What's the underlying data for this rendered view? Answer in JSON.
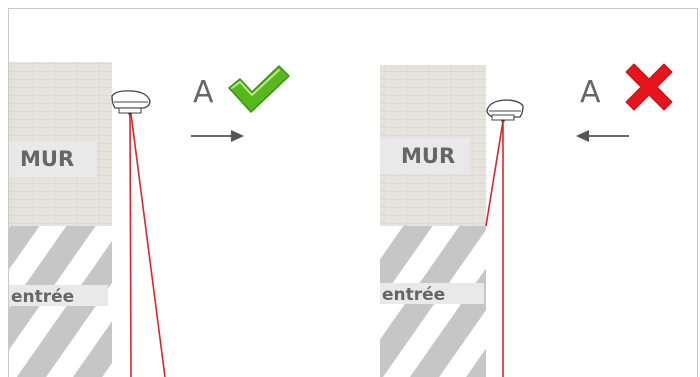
{
  "panels": [
    {
      "wall_label": "MUR",
      "entrance_label": "entrée",
      "direction_label": "A",
      "direction": "right",
      "verdict": "correct",
      "verdict_icon": "checkmark-icon"
    },
    {
      "wall_label": "MUR",
      "entrance_label": "entrée",
      "direction_label": "A",
      "direction": "left",
      "verdict": "incorrect",
      "verdict_icon": "cross-icon"
    }
  ],
  "colors": {
    "wall": "#e5e2dd",
    "label_band": "#e9e9e9",
    "stripe_dark": "#c6c6c6",
    "beam": "#d9262c",
    "check_green": "#56b71e",
    "cross_red": "#e8141d",
    "text": "#666666"
  }
}
